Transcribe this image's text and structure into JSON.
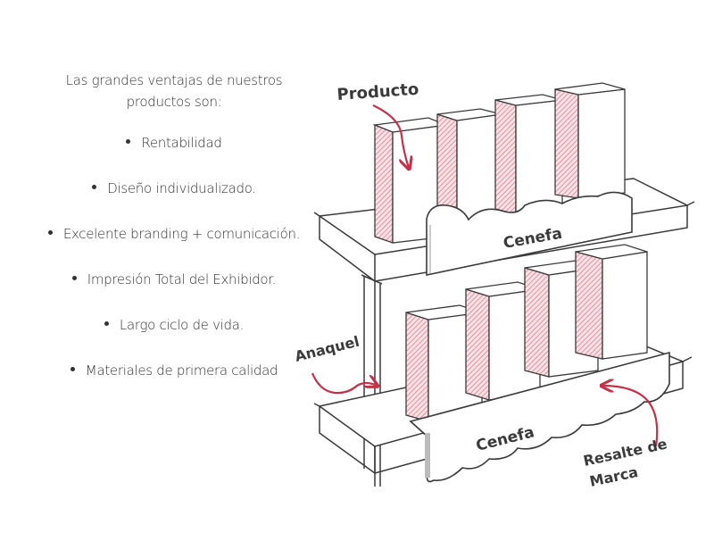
{
  "intro": {
    "line1": "Las grandes ventajas de nuestros",
    "line2": "productos son:"
  },
  "benefits": [
    "Rentabilidad",
    "Diseño individualizado.",
    "Excelente branding + comunicación.",
    "Impresión Total del Exhibidor.",
    "Largo ciclo de vida.",
    "Materiales de primera calidad"
  ],
  "diagram": {
    "producto": "Producto",
    "cenefa_top": "Cenefa",
    "cenefa_bottom": "Cenefa",
    "anaquel": "Anaquel",
    "resalte_line1": "Resalte de",
    "resalte_line2": "Marca"
  },
  "colors": {
    "accent": "#c4324a",
    "hatch": "#e88a98",
    "ink": "#333333"
  }
}
